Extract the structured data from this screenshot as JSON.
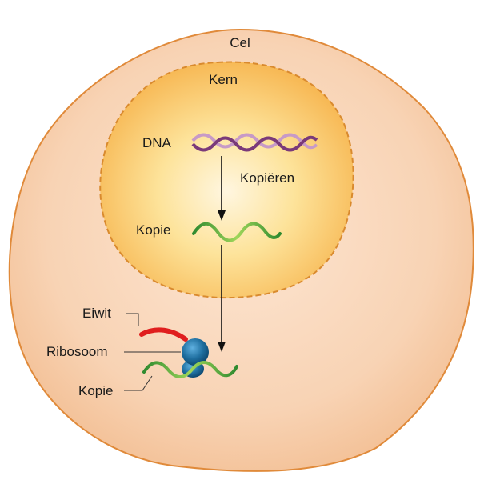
{
  "labels": {
    "cell": "Cel",
    "nucleus": "Kern",
    "dna": "DNA",
    "copying": "Kopiëren",
    "copy_in_nucleus": "Kopie",
    "protein": "Eiwit",
    "ribosome": "Ribosoom",
    "copy_in_cytoplasm": "Kopie"
  },
  "colors": {
    "cell_fill": "#f5c9a3",
    "cell_outline": "#e08a3a",
    "nucleus_fill": "#fbc56a",
    "nucleus_outline": "#d98a2e",
    "dna_strand_a": "#7a3a7a",
    "dna_strand_b": "#c79ac7",
    "copy_strand": "#4a9a3a",
    "protein": "#e01e1e",
    "ribosome": "#1f6fa0",
    "arrow": "#111111"
  }
}
